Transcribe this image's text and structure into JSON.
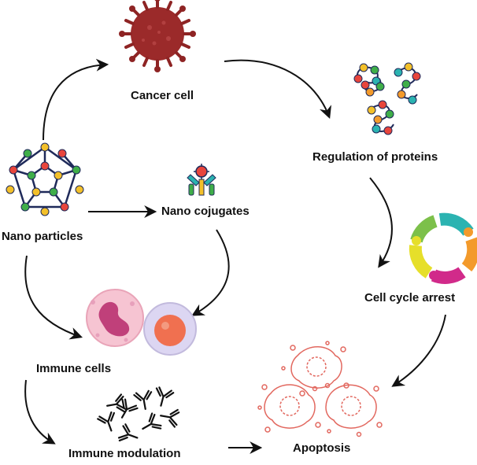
{
  "nodes": {
    "cancer_cell": "Cancer cell",
    "regulation_of_proteins": "Regulation of proteins",
    "nano_particles": "Nano particles",
    "nano_cojugates": "Nano cojugates",
    "cell_cycle_arrest": "Cell cycle arrest",
    "immune_cells": "Immune cells",
    "immune_modulation": "Immune modulation",
    "apoptosis": "Apoptosis"
  },
  "colors": {
    "arrow": "#111111",
    "cancer_cell": "#9b2a2a",
    "apoptosis": "#e2685f",
    "node_red": "#e8453c",
    "node_green": "#3fae49",
    "node_yellow": "#f3c02a",
    "node_edge": "#1f2a5a",
    "ring_teal": "#2bb3b1",
    "ring_orange": "#f39a2b",
    "ring_magenta": "#d12a8a",
    "ring_yellow": "#e6df2a",
    "ring_green": "#7cc04a",
    "immune_pink": "#f6c4d2",
    "immune_magenta": "#c0407a",
    "immune_lavender": "#dcd6f2",
    "immune_orange": "#f07050"
  },
  "icons": [
    "cancer-cell-icon",
    "protein-chains-icon",
    "nanoparticle-icon",
    "antibody-conjugate-icon",
    "cell-cycle-ring-icon",
    "immune-cells-icon",
    "antibodies-icon",
    "apoptotic-cells-icon"
  ]
}
